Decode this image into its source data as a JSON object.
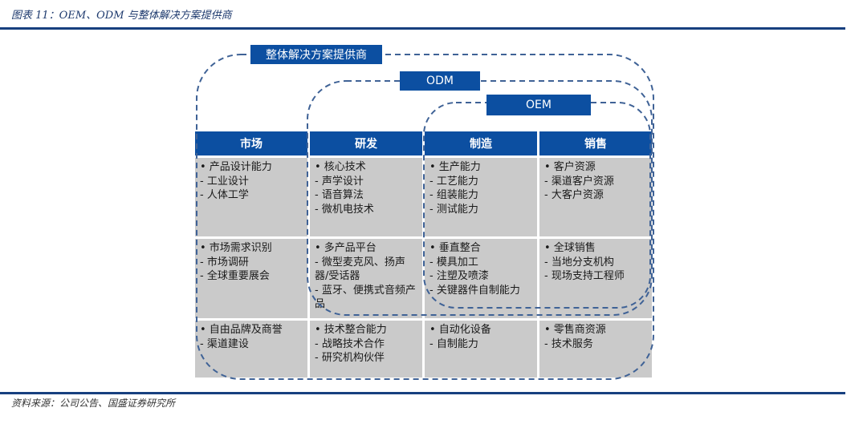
{
  "header": {
    "figure_title": "图表 11：OEM、ODM 与整体解决方案提供商"
  },
  "footer": {
    "source": "资料来源：公司公告、国盛证券研究所"
  },
  "labels": {
    "total": "整体解决方案提供商",
    "odm": "ODM",
    "oem": "OEM"
  },
  "colors": {
    "header_blue": "#0c4fa1",
    "cell_gray": "#cacaca",
    "dash_line": "#3f6296",
    "rule": "#17407f"
  },
  "columns": [
    "市场",
    "研发",
    "制造",
    "销售"
  ],
  "rows": [
    [
      [
        "•  产品设计能力",
        "-  工业设计",
        "-  人体工学"
      ],
      [
        "•  核心技术",
        "-  声学设计",
        "-  语音算法",
        "-  微机电技术"
      ],
      [
        "•  生产能力",
        "-  工艺能力",
        "-  组装能力",
        "-  测试能力"
      ],
      [
        "•  客户资源",
        "-  渠道客户资源",
        "-  大客户资源"
      ]
    ],
    [
      [
        "•  市场需求识别",
        "-  市场调研",
        "-  全球重要展会"
      ],
      [
        "•  多产品平台",
        "-  微型麦克风、扬声器/受话器",
        "-  蓝牙、便携式音频产品"
      ],
      [
        "•  垂直整合",
        "-  模具加工",
        "-  注塑及喷漆",
        "-  关键器件自制能力"
      ],
      [
        "•  全球销售",
        "-  当地分支机构",
        "-  现场支持工程师"
      ]
    ],
    [
      [
        "•  自由品牌及商誉",
        "- 渠道建设"
      ],
      [
        "•  技术整合能力",
        "-  战略技术合作",
        "-  研究机构伙伴"
      ],
      [
        "•  自动化设备",
        "- 自制能力"
      ],
      [
        "•  零售商资源",
        "- 技术服务"
      ]
    ]
  ]
}
